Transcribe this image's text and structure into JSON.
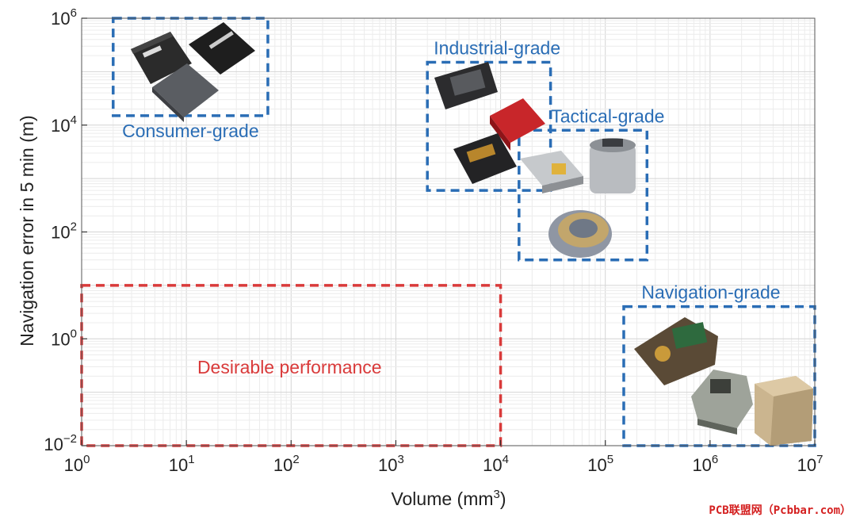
{
  "chart_data": {
    "type": "scatter",
    "title": "",
    "xlabel": "Volume (mm",
    "xlabel_sup": "3",
    "xlabel_tail": ")",
    "ylabel": "Navigation error in 5 min (m)",
    "xscale": "log",
    "yscale": "log",
    "xlim": [
      1,
      10000000
    ],
    "ylim": [
      0.01,
      1000000
    ],
    "grid": true,
    "x_ticks": [
      {
        "base": "10",
        "exp": "0"
      },
      {
        "base": "10",
        "exp": "1"
      },
      {
        "base": "10",
        "exp": "2"
      },
      {
        "base": "10",
        "exp": "3"
      },
      {
        "base": "10",
        "exp": "4"
      },
      {
        "base": "10",
        "exp": "5"
      },
      {
        "base": "10",
        "exp": "6"
      },
      {
        "base": "10",
        "exp": "7"
      }
    ],
    "y_ticks": [
      {
        "base": "10",
        "exp": "−2"
      },
      {
        "base": "10",
        "exp": "0"
      },
      {
        "base": "10",
        "exp": "2"
      },
      {
        "base": "10",
        "exp": "4"
      },
      {
        "base": "10",
        "exp": "6"
      }
    ],
    "regions": [
      {
        "label": "Consumer-grade",
        "color": "#2a6db5",
        "x": [
          2,
          60
        ],
        "y": [
          15000,
          1000000
        ],
        "label_pos": "below"
      },
      {
        "label": "Industrial-grade",
        "color": "#2a6db5",
        "x": [
          2000,
          30000
        ],
        "y": [
          600,
          150000
        ],
        "label_pos": "above"
      },
      {
        "label": "Tactical-grade",
        "color": "#2a6db5",
        "x": [
          15000,
          250000
        ],
        "y": [
          30,
          8000
        ],
        "label_pos": "above"
      },
      {
        "label": "Navigation-grade",
        "color": "#2a6db5",
        "x": [
          150000,
          10000000
        ],
        "y": [
          0.01,
          4
        ],
        "label_pos": "above"
      },
      {
        "label": "Desirable performance",
        "color": "#d93a3a",
        "x": [
          1,
          10000
        ],
        "y": [
          0.01,
          10
        ],
        "label_pos": "inside"
      }
    ]
  },
  "watermark": "PCB联盟网（Pcbbar.com）"
}
